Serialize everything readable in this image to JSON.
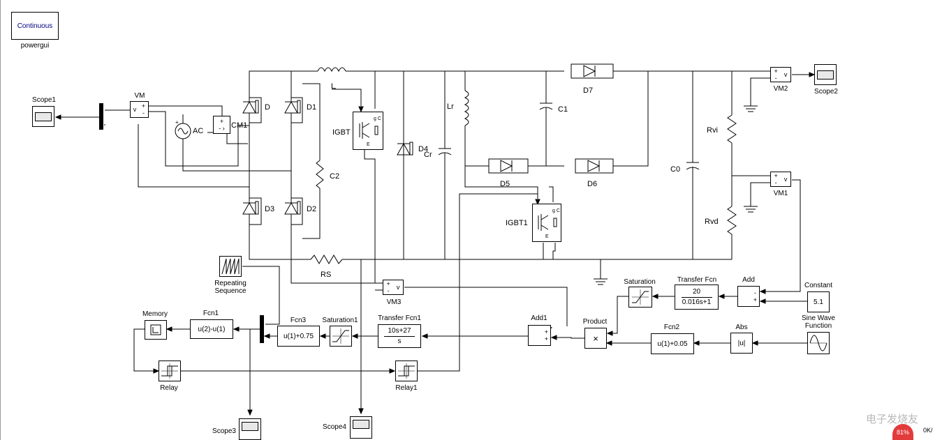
{
  "powergui": {
    "block_text": "Continuous",
    "name": "powergui"
  },
  "scopes": {
    "scope1": "Scope1",
    "scope2": "Scope2",
    "scope3": "Scope3",
    "scope4": "Scope4"
  },
  "measure": {
    "vm": "VM",
    "vm1": "VM1",
    "vm2": "VM2",
    "vm3": "VM3",
    "cm1": "CM1"
  },
  "circuit": {
    "ac": "AC",
    "d": "D",
    "d1": "D1",
    "d2": "D2",
    "d3": "D3",
    "d4": "D4",
    "d5": "D5",
    "d6": "D6",
    "d7": "D7",
    "c1": "C1",
    "c2": "C2",
    "c0": "C0",
    "cr": "Cr",
    "lr": "Lr",
    "l": "L",
    "igbt": "IGBT",
    "igbt1": "IGBT1",
    "rs": "RS",
    "rvi": "Rvi",
    "rvd": "Rvd"
  },
  "control": {
    "repeating_sequence": "Repeating\nSequence",
    "memory": "Memory",
    "fcn1": {
      "name": "Fcn1",
      "expr": "u(2)-u(1)"
    },
    "fcn3": {
      "name": "Fcn3",
      "expr": "u(1)+0.75"
    },
    "fcn2": {
      "name": "Fcn2",
      "expr": "u(1)+0.05"
    },
    "saturation1": "Saturation1",
    "saturation": "Saturation",
    "tf1": {
      "name": "Transfer Fcn1",
      "num": "10s+27",
      "den": "s"
    },
    "tf": {
      "name": "Transfer Fcn",
      "num": "20",
      "den": "0.016s+1"
    },
    "add1": "Add1",
    "add": "Add",
    "product": "Product",
    "product_symbol": "×",
    "abs": {
      "name": "Abs",
      "symbol": "|u|"
    },
    "constant": {
      "name": "Constant",
      "value": "5.1"
    },
    "sine": "Sine Wave\nFunction",
    "relay": "Relay",
    "relay1": "Relay1"
  },
  "watermark": {
    "text": "电子发烧友",
    "badge": "81%",
    "corner": "0K/"
  }
}
